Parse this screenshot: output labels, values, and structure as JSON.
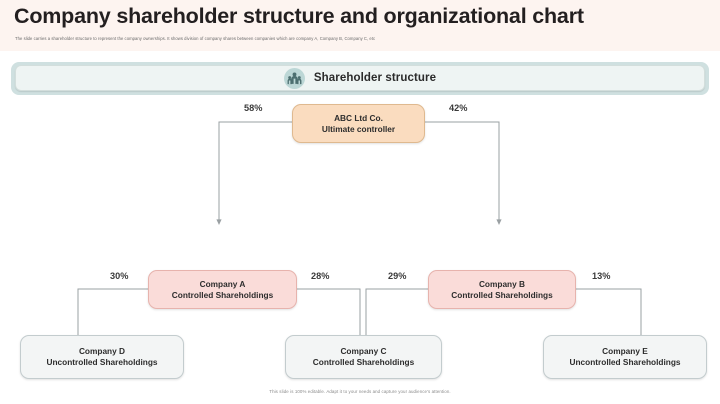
{
  "slide": {
    "title": "Company shareholder structure and organizational chart",
    "subtitle": "The slide carries a shareholder structure to represent the company ownerships. It shows division of company shares between companies which are company A, Company B, Company C, etc",
    "footer_note": "This slide is 100% editable. Adapt it to your needs and capture your audience's attention."
  },
  "section": {
    "label": "Shareholder structure",
    "icon": "people-group-icon",
    "badge_color": "#bcd7d6",
    "bar_color": "#cfe0e0"
  },
  "chart_data": {
    "type": "diagram",
    "title": "Shareholder structure",
    "nodes": [
      {
        "id": "abc",
        "line1": "ABC Ltd Co.",
        "line2": "Ultimate controller",
        "style": "orange",
        "color": "#fadcbf",
        "level": 0
      },
      {
        "id": "company-a",
        "line1": "Company A",
        "line2": "Controlled Shareholdings",
        "style": "pink",
        "color": "#fadcd9",
        "level": 1
      },
      {
        "id": "company-b",
        "line1": "Company B",
        "line2": "Controlled Shareholdings",
        "style": "pink",
        "color": "#fadcd9",
        "level": 1
      },
      {
        "id": "company-d",
        "line1": "Company D",
        "line2": "Uncontrolled Shareholdings",
        "style": "grey",
        "color": "#f3f5f5",
        "level": 2
      },
      {
        "id": "company-c",
        "line1": "Company C",
        "line2": "Controlled Shareholdings",
        "style": "grey",
        "color": "#f3f5f5",
        "level": 2
      },
      {
        "id": "company-e",
        "line1": "Company E",
        "line2": "Uncontrolled Shareholdings",
        "style": "grey",
        "color": "#f3f5f5",
        "level": 2
      }
    ],
    "edges": [
      {
        "from": "abc",
        "to": "company-a",
        "label": "58%"
      },
      {
        "from": "abc",
        "to": "company-b",
        "label": "42%"
      },
      {
        "from": "company-a",
        "to": "company-d",
        "label": "30%"
      },
      {
        "from": "company-a",
        "to": "company-c",
        "label": "28%"
      },
      {
        "from": "company-b",
        "to": "company-c",
        "label": "29%"
      },
      {
        "from": "company-b",
        "to": "company-e",
        "label": "13%"
      }
    ]
  }
}
